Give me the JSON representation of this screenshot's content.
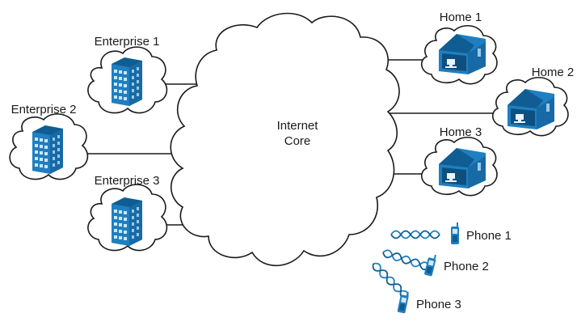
{
  "core": {
    "label_line1": "Internet",
    "label_line2": "Core"
  },
  "enterprises": [
    {
      "label": "Enterprise 1",
      "icon": "enterprise-building-icon"
    },
    {
      "label": "Enterprise 2",
      "icon": "enterprise-building-icon"
    },
    {
      "label": "Enterprise 3",
      "icon": "enterprise-building-icon"
    }
  ],
  "homes": [
    {
      "label": "Home 1",
      "icon": "home-computer-icon"
    },
    {
      "label": "Home 2",
      "icon": "home-computer-icon"
    },
    {
      "label": "Home 3",
      "icon": "home-computer-icon"
    }
  ],
  "phones": [
    {
      "label": "Phone 1",
      "icon": "cell-phone-icon"
    },
    {
      "label": "Phone 2",
      "icon": "cell-phone-icon"
    },
    {
      "label": "Phone 3",
      "icon": "cell-phone-icon"
    }
  ],
  "colors": {
    "icon_blue": "#1f7fc0",
    "icon_dark": "#0f5d92",
    "line": "#1a1a1a"
  }
}
